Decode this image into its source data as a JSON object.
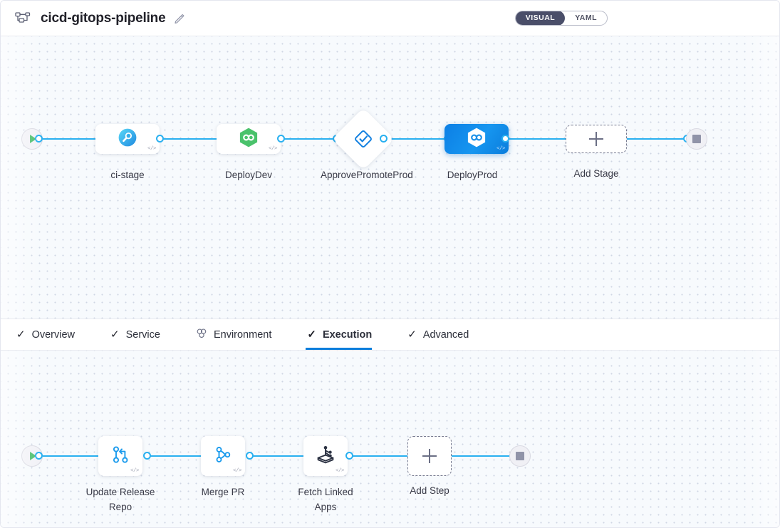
{
  "header": {
    "pipeline_icon": "pipeline-nodes-icon",
    "title": "cicd-gitops-pipeline",
    "edit_icon": "pencil-edit-icon",
    "view_toggle": {
      "options": [
        "VISUAL",
        "YAML"
      ],
      "selected": "VISUAL",
      "visual_label": "VISUAL",
      "yaml_label": "YAML"
    }
  },
  "stage_graph": {
    "start_node": {
      "name": "pipeline-start",
      "icon": "play-icon"
    },
    "end_node": {
      "name": "pipeline-end",
      "icon": "stop-square-icon"
    },
    "stages": [
      {
        "label": "ci-stage",
        "icon": "ci-build-search-icon",
        "type": "card",
        "selected": false,
        "code_badge": "</>"
      },
      {
        "label": "DeployDev",
        "icon": "argocd-hexagon-icon",
        "type": "card",
        "selected": false,
        "code_badge": "</>"
      },
      {
        "label": "ApprovePromoteProd",
        "icon": "approval-check-icon",
        "type": "diamond",
        "selected": false,
        "code_badge": ""
      },
      {
        "label": "DeployProd",
        "icon": "argocd-hexagon-icon",
        "type": "card",
        "selected": true,
        "code_badge": "</>"
      }
    ],
    "add_stage": {
      "label": "Add Stage",
      "icon": "plus-icon"
    }
  },
  "tabs": [
    {
      "label": "Overview",
      "icon": "check-icon",
      "active": false
    },
    {
      "label": "Service",
      "icon": "check-icon",
      "active": false
    },
    {
      "label": "Environment",
      "icon": "environment-cluster-icon",
      "active": false
    },
    {
      "label": "Execution",
      "icon": "check-icon",
      "active": true
    },
    {
      "label": "Advanced",
      "icon": "check-icon",
      "active": false
    }
  ],
  "step_graph": {
    "start_node": {
      "name": "execution-start",
      "icon": "play-icon"
    },
    "end_node": {
      "name": "execution-end",
      "icon": "stop-square-icon"
    },
    "steps": [
      {
        "label": "Update Release Repo",
        "icon": "git-branch-update-icon",
        "code_badge": "</>"
      },
      {
        "label": "Merge PR",
        "icon": "git-pull-request-icon",
        "code_badge": "</>"
      },
      {
        "label": "Fetch Linked Apps",
        "icon": "fetch-linked-apps-icon",
        "code_badge": "</>"
      }
    ],
    "add_step": {
      "label": "Add Step",
      "icon": "plus-icon"
    }
  },
  "colors": {
    "accent_blue": "#29b0f0",
    "selected_stage": "#0c7fe5",
    "active_tab_underline": "#0b7ddc",
    "start_green": "#4dbf6e",
    "argo_green": "#4ac26b",
    "canvas_bg": "#f7fafd",
    "toggle_active_bg": "#4a4e69"
  }
}
